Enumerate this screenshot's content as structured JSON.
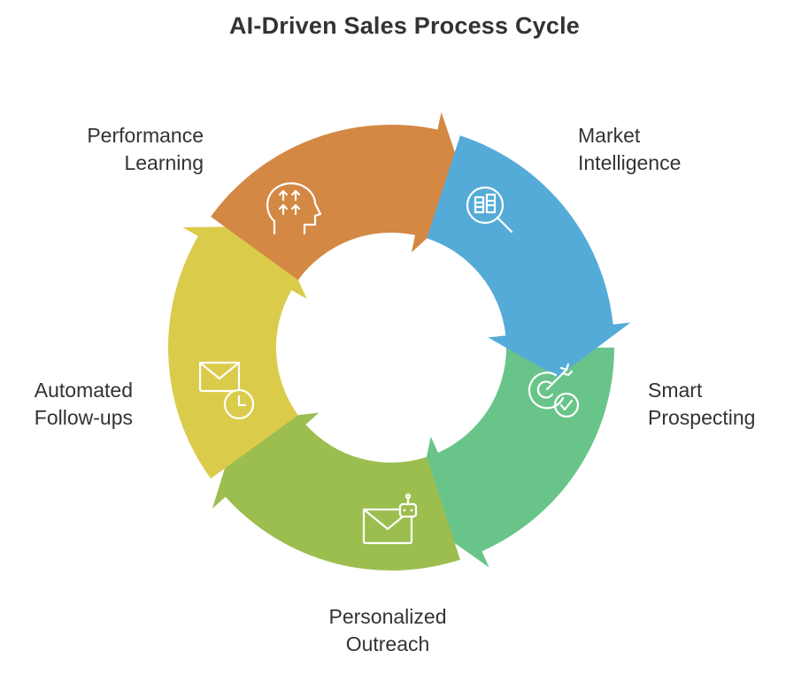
{
  "title": "AI-Driven Sales Process Cycle",
  "stages": [
    {
      "id": "market-intelligence",
      "line1": "Market",
      "line2": "Intelligence",
      "color": "#55ABD8",
      "icon": "market-research-icon"
    },
    {
      "id": "smart-prospecting",
      "line1": "Smart",
      "line2": "Prospecting",
      "color": "#69C48A",
      "icon": "target-check-icon"
    },
    {
      "id": "personalized-outreach",
      "line1": "Personalized",
      "line2": "Outreach",
      "color": "#9CBE4F",
      "icon": "robot-mail-icon"
    },
    {
      "id": "automated-follow-ups",
      "line1": "Automated",
      "line2": "Follow-ups",
      "color": "#DBCB4A",
      "icon": "mail-clock-icon"
    },
    {
      "id": "performance-learning",
      "line1": "Performance",
      "line2": "Learning",
      "color": "#D38844",
      "icon": "head-growth-icon"
    }
  ]
}
